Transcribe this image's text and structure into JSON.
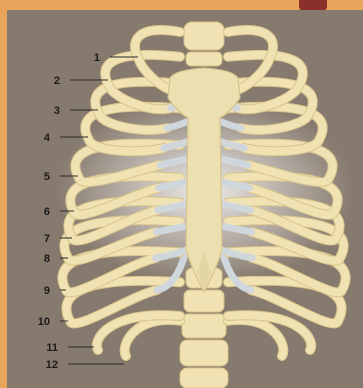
{
  "labels": [
    "1",
    "2",
    "3",
    "4",
    "5",
    "6",
    "7",
    "8",
    "9",
    "10",
    "11",
    "12"
  ],
  "colors": {
    "background": "#86796d",
    "border": "#e8a45a",
    "bone": "#f0e2b2",
    "bone_shadow": "#d8c48c",
    "cartilage": "#cfd6dc",
    "leader_line": "#2a2a2a"
  },
  "illustration": "rib-cage-anterior-view"
}
